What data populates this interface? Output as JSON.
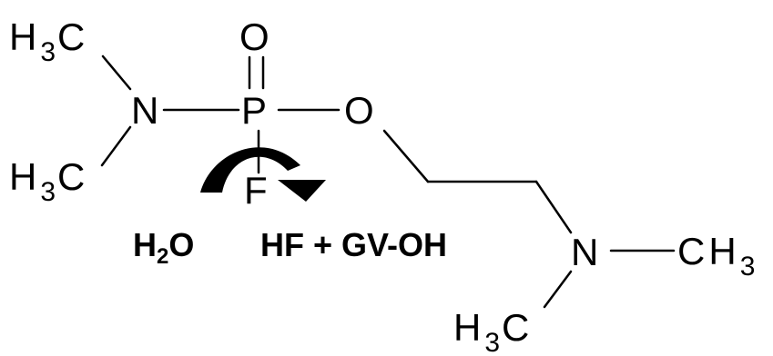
{
  "molecule": {
    "atoms": {
      "methyl_top_left": {
        "symbol": "H",
        "sub": "3",
        "tail": "C"
      },
      "methyl_bottom_left": {
        "symbol": "H",
        "sub": "3",
        "tail": "C"
      },
      "nitrogen_left": "N",
      "phosphorus": "P",
      "oxygen_double": "O",
      "oxygen_ester": "O",
      "fluorine": "F",
      "nitrogen_right": "N",
      "methyl_right": {
        "head": "C",
        "symbol": "H",
        "sub": "3"
      },
      "methyl_bottom_right": {
        "symbol": "H",
        "sub": "3",
        "tail": "C"
      }
    }
  },
  "reaction": {
    "reactant": {
      "symbol": "H",
      "sub": "2",
      "tail": "O"
    },
    "products": "HF + GV-OH"
  }
}
